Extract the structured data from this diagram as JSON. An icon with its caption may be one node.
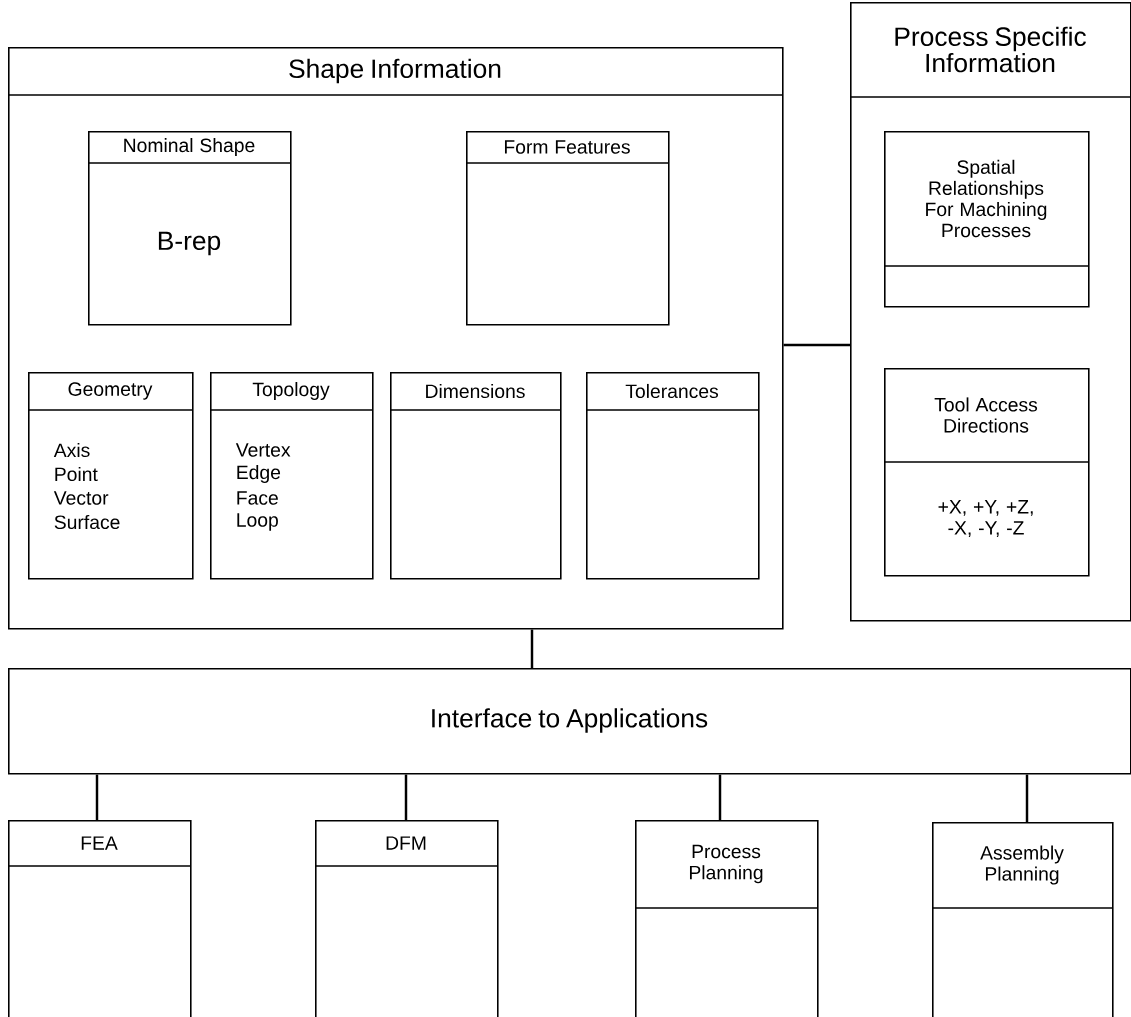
{
  "diagram": {
    "nodes": [
      {
        "text": [
          "Shape Information"
        ]
      },
      {
        "text": [
          "Nominal Shape",
          "B-rep"
        ],
        "in": 0
      },
      {
        "text": [
          "Form Features"
        ],
        "in": 0
      },
      {
        "text": [
          "Geometry",
          "Axis",
          "Point",
          "Vector",
          "Surface"
        ],
        "in": 0
      },
      {
        "text": [
          "Topology",
          "Vertex",
          "Edge",
          "Face",
          "Loop"
        ],
        "in": 0
      },
      {
        "text": [
          "Dimensions"
        ],
        "in": 0
      },
      {
        "text": [
          "Tolerances"
        ],
        "in": 0
      },
      {
        "text": [
          "Process Specific Information"
        ]
      },
      {
        "text": [
          "Spatial Relationships For Machining Processes"
        ],
        "in": 7
      },
      {
        "text": [
          "Tool Access Directions",
          "+X, +Y, +Z, -X, -Y, -Z"
        ],
        "in": 7
      },
      {
        "text": [
          "Interface to Applications"
        ]
      },
      {
        "text": [
          "FEA"
        ]
      },
      {
        "text": [
          "DFM"
        ]
      },
      {
        "text": [
          "Process Planning"
        ]
      },
      {
        "text": [
          "Assembly Planning"
        ]
      }
    ],
    "edges": [
      {
        "from": 0,
        "to": 7,
        "arrow": "none"
      },
      {
        "from": 0,
        "to": 10,
        "arrow": "none"
      },
      {
        "from": 10,
        "to": 11,
        "arrow": "none"
      },
      {
        "from": 10,
        "to": 12,
        "arrow": "none"
      },
      {
        "from": 10,
        "to": 13,
        "arrow": "none"
      },
      {
        "from": 10,
        "to": 14,
        "arrow": "none"
      }
    ]
  }
}
